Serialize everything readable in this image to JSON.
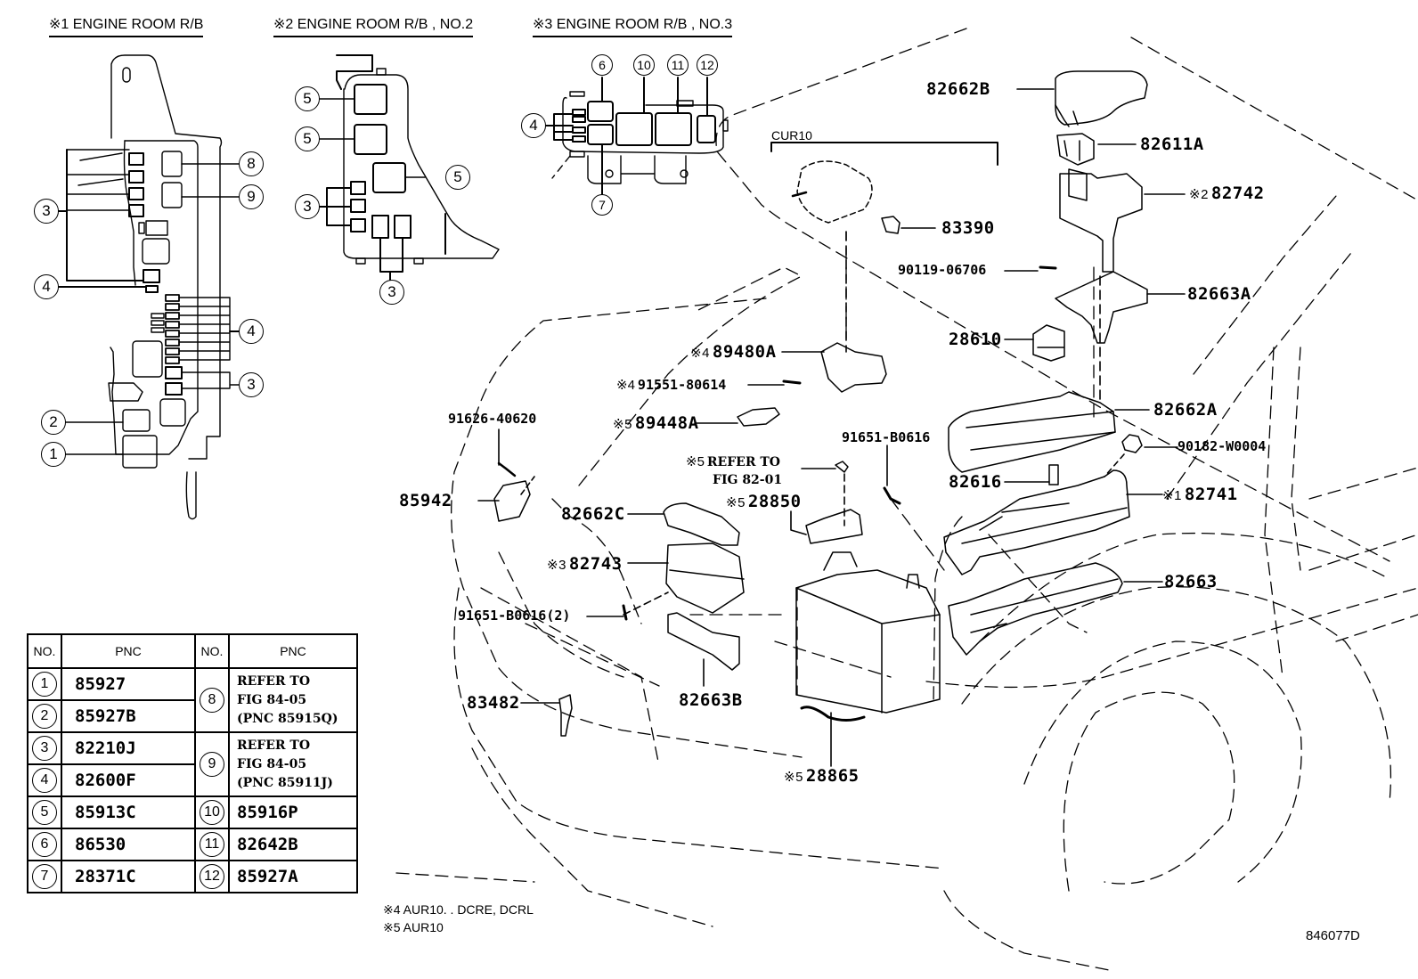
{
  "headers": {
    "rb1": "※1 ENGINE ROOM R/B",
    "rb2": "※2  ENGINE ROOM R/B , NO.2",
    "rb3": "※3  ENGINE ROOM R/B , NO.3"
  },
  "callouts": {
    "rb1": [
      "8",
      "9",
      "3",
      "4",
      "4",
      "3",
      "2",
      "1"
    ],
    "rb2": [
      "5",
      "5",
      "5",
      "3",
      "3"
    ],
    "rb3": [
      "6",
      "10",
      "11",
      "12",
      "4",
      "7"
    ]
  },
  "variant_label": "CUR10",
  "parts": {
    "p82662B": {
      "note": "",
      "pn": "82662B"
    },
    "p82611A": {
      "note": "",
      "pn": "82611A"
    },
    "p82742": {
      "note": "※2",
      "pn": "82742"
    },
    "p83390": {
      "note": "",
      "pn": "83390"
    },
    "p90119": {
      "note": "",
      "pn": "90119-06706"
    },
    "p82663A": {
      "note": "",
      "pn": "82663A"
    },
    "p28610": {
      "note": "",
      "pn": "28610"
    },
    "p89480A": {
      "note": "※4",
      "pn": "89480A"
    },
    "p91551": {
      "note": "※4",
      "pn": "91551-80614"
    },
    "p89448A": {
      "note": "※5",
      "pn": "89448A"
    },
    "p82662A": {
      "note": "",
      "pn": "82662A"
    },
    "p91626": {
      "note": "",
      "pn": "91626-40620"
    },
    "p91651a": {
      "note": "",
      "pn": "91651-B0616"
    },
    "p90182": {
      "note": "",
      "pn": "90182-W0004"
    },
    "refer": {
      "note": "※5",
      "line1": "REFER TO",
      "line2": "FIG 82-01"
    },
    "p85942": {
      "note": "",
      "pn": "85942"
    },
    "p82616": {
      "note": "",
      "pn": "82616"
    },
    "p28850": {
      "note": "※5",
      "pn": "28850"
    },
    "p82741": {
      "note": "※1",
      "pn": "82741"
    },
    "p82662C": {
      "note": "",
      "pn": "82662C"
    },
    "p82743": {
      "note": "※3",
      "pn": "82743"
    },
    "p82663": {
      "note": "",
      "pn": "82663"
    },
    "p91651b": {
      "note": "",
      "pn": "91651-B0616(2)"
    },
    "p83482": {
      "note": "",
      "pn": "83482"
    },
    "p82663B": {
      "note": "",
      "pn": "82663B"
    },
    "p28865": {
      "note": "※5",
      "pn": "28865"
    }
  },
  "table": {
    "headers": [
      "NO.",
      "PNC",
      "NO.",
      "PNC"
    ],
    "left": [
      {
        "no": "1",
        "pnc": "85927"
      },
      {
        "no": "2",
        "pnc": "85927B"
      },
      {
        "no": "3",
        "pnc": "82210J"
      },
      {
        "no": "4",
        "pnc": "82600F"
      },
      {
        "no": "5",
        "pnc": "85913C"
      },
      {
        "no": "6",
        "pnc": "86530"
      },
      {
        "no": "7",
        "pnc": "28371C"
      }
    ],
    "right": [
      {
        "no": "8",
        "lines": [
          "REFER TO",
          "FIG 84-05",
          "(PNC 85915Q)"
        ]
      },
      {
        "no": "9",
        "lines": [
          "REFER TO",
          "FIG 84-05",
          "(PNC 85911J)"
        ]
      },
      {
        "no": "10",
        "pnc": "85916P"
      },
      {
        "no": "11",
        "pnc": "82642B"
      },
      {
        "no": "12",
        "pnc": "85927A"
      }
    ]
  },
  "footnotes": [
    "※4  AUR10. . DCRE, DCRL",
    "※5  AUR10"
  ],
  "figure_id": "846077D"
}
